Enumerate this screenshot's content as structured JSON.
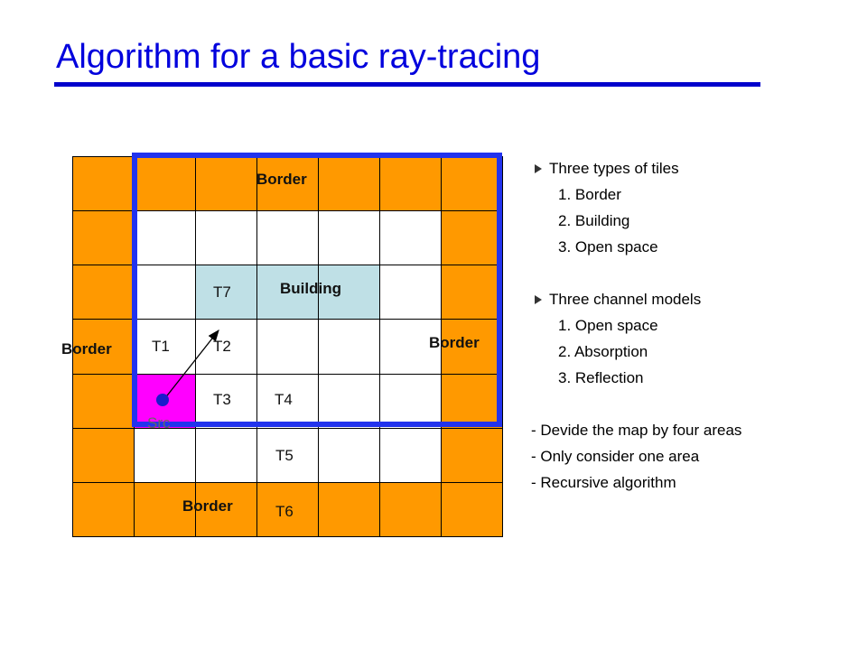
{
  "title": "Algorithm for a basic ray-tracing",
  "colors": {
    "title": "#0000dd",
    "border_tile": "#ff9900",
    "building_tile": "#bfe0e6",
    "source_tile": "#ff00ff",
    "area_frame": "#2233ee"
  },
  "grid": {
    "rows": 7,
    "cols": 7,
    "cells": [
      [
        "border",
        "border",
        "border",
        "border",
        "border",
        "border",
        "border"
      ],
      [
        "border",
        "open",
        "open",
        "open",
        "open",
        "open",
        "border"
      ],
      [
        "border",
        "open",
        "building",
        "building",
        "building",
        "open",
        "border"
      ],
      [
        "border",
        "open",
        "open",
        "open",
        "open",
        "open",
        "border"
      ],
      [
        "border",
        "source",
        "open",
        "open",
        "open",
        "open",
        "border"
      ],
      [
        "border",
        "open",
        "open",
        "open",
        "open",
        "open",
        "border"
      ],
      [
        "border",
        "border",
        "border",
        "border",
        "border",
        "border",
        "border"
      ]
    ]
  },
  "labels": {
    "border_top": "Border",
    "border_left": "Border",
    "border_right": "Border",
    "border_bottom": "Border",
    "building": "Building",
    "t1": "T1",
    "t2": "T2",
    "t3": "T3",
    "t4": "T4",
    "t5": "T5",
    "t6": "T6",
    "t7": "T7",
    "src": "Src"
  },
  "panel": {
    "tiles_heading": "Three types of tiles",
    "tiles": [
      "1. Border",
      "2. Building",
      "3. Open space"
    ],
    "models_heading": "Three channel models",
    "models": [
      "1. Open space",
      "2. Absorption",
      "3. Reflection"
    ],
    "notes": [
      "- Devide the map by four areas",
      "- Only consider one area",
      "- Recursive algorithm"
    ]
  }
}
